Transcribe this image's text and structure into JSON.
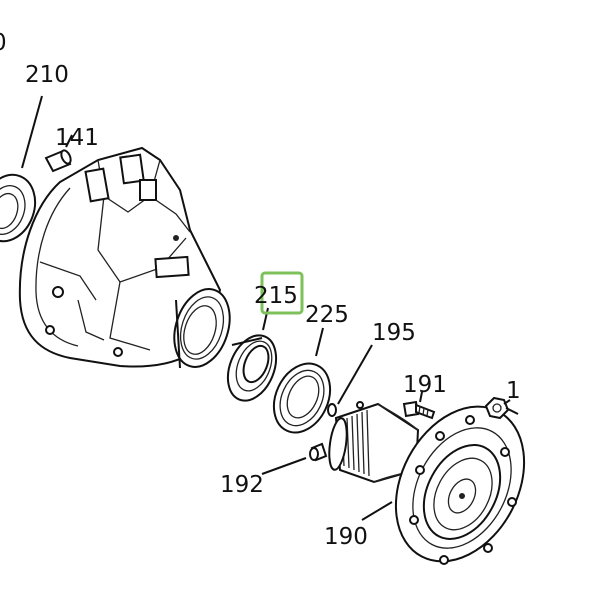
{
  "diagram": {
    "highlight_color": "#7dc15a",
    "parts": [
      {
        "id": "partial-top-left",
        "label": "0"
      },
      {
        "id": "seal-210",
        "label": "210"
      },
      {
        "id": "pin-141",
        "label": "141"
      },
      {
        "id": "bearing-215",
        "label": "215"
      },
      {
        "id": "seal-225",
        "label": "225"
      },
      {
        "id": "pin-195",
        "label": "195"
      },
      {
        "id": "bolt-191",
        "label": "191"
      },
      {
        "id": "nut-1",
        "label": "1"
      },
      {
        "id": "pin-192",
        "label": "192"
      },
      {
        "id": "flange-shaft-190",
        "label": "190"
      }
    ]
  }
}
